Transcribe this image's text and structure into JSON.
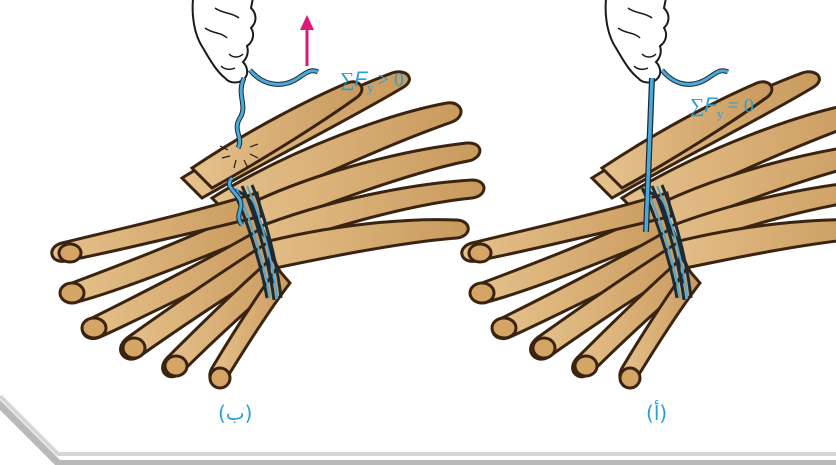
{
  "panels": {
    "left": {
      "label": "(ب)",
      "equation": {
        "sum": "∑",
        "var": "F",
        "sub": "y",
        "rel": "> 0"
      }
    },
    "right": {
      "label": "(أ)",
      "equation": {
        "sum": "∑",
        "var": "F",
        "sub": "y",
        "rel": "= 0"
      }
    }
  },
  "colors": {
    "rope": "#4aa9d6",
    "arrow": "#e0177a",
    "wood": "#d9ad72",
    "wood_outline": "#3a2410",
    "text": "#2a9fd6",
    "frame_shadow": "#b9b9b9"
  }
}
